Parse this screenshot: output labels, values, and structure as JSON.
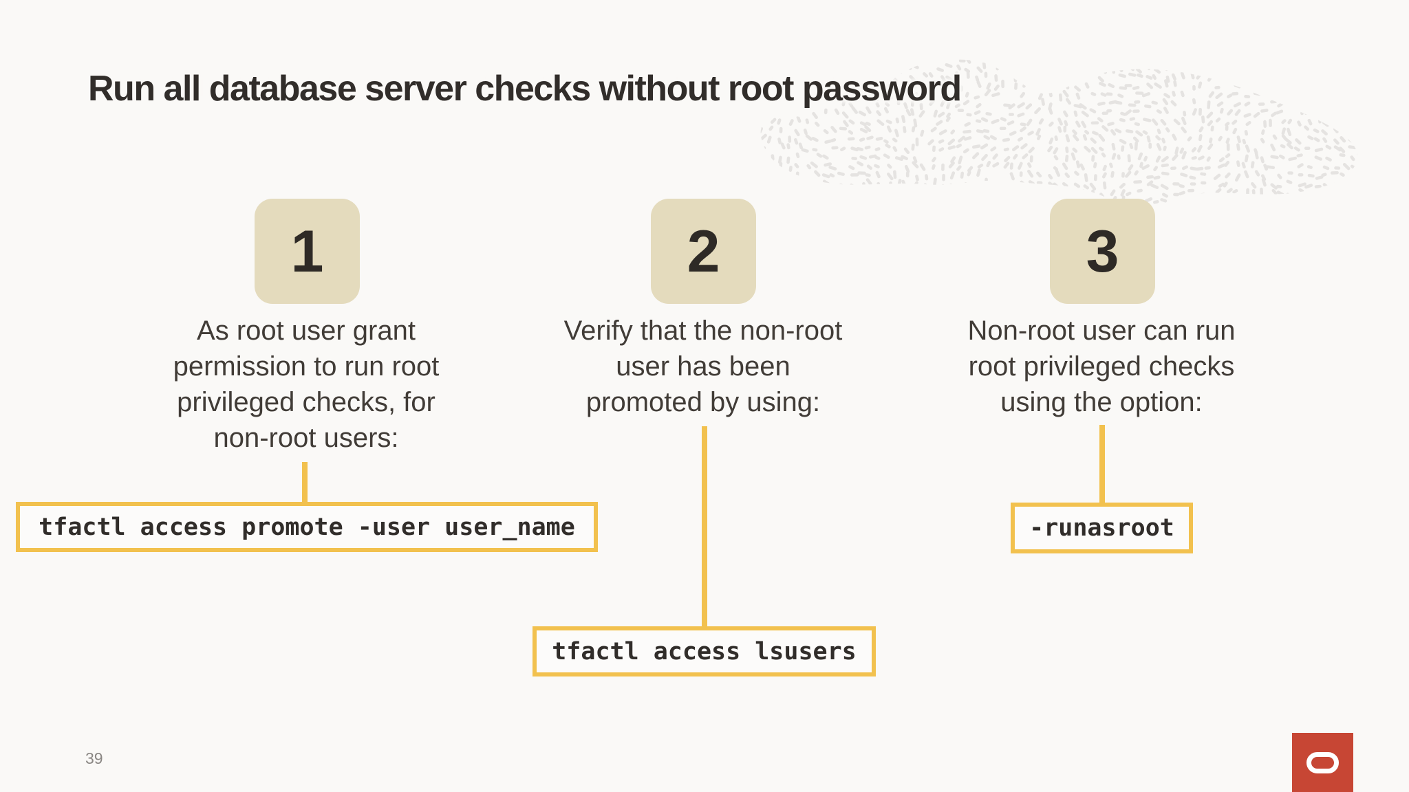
{
  "slide": {
    "title": "Run all database server checks without root password",
    "page_number": "39",
    "steps": [
      {
        "number": "1",
        "lines": [
          "As root user grant",
          "permission to run root",
          "privileged checks, for",
          "non-root users:"
        ],
        "command": "tfactl access promote -user user_name"
      },
      {
        "number": "2",
        "lines": [
          "Verify that the non-root",
          "user has been",
          "promoted by using:"
        ],
        "command": "tfactl access lsusers"
      },
      {
        "number": "3",
        "lines": [
          "Non-root user can run",
          "root privileged checks",
          "using the option:"
        ],
        "command": "-runasroot"
      }
    ],
    "colors": {
      "background": "#FAF9F7",
      "accent_yellow": "#F2C14E",
      "step_square_bg": "#E4DBBD",
      "title_text": "#312D2A",
      "body_text": "#413C37",
      "code_text": "#312D2A",
      "logo_red": "#C74634",
      "fingerprint_dash": "#E5E3E1",
      "page_number_text": "#8A8784"
    }
  }
}
